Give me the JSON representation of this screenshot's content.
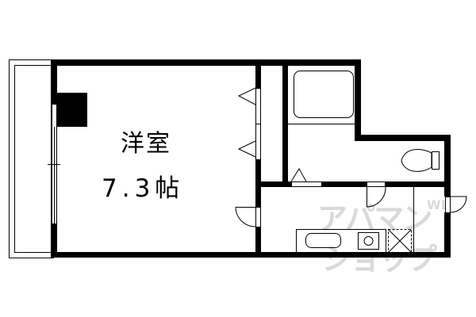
{
  "floor_plan": {
    "rooms": [
      {
        "id": "western-room",
        "name": "洋室",
        "size": "7.3帖"
      },
      {
        "id": "closet",
        "name": ""
      },
      {
        "id": "unit-bath",
        "name": ""
      },
      {
        "id": "toilet",
        "name": ""
      },
      {
        "id": "kitchen-corridor",
        "name": ""
      },
      {
        "id": "balcony",
        "name": ""
      }
    ],
    "fixtures": [
      "bathtub",
      "toilet",
      "sink",
      "stove",
      "washing-machine-space",
      "refrigerator-column"
    ],
    "labels": {
      "room_name": "洋室",
      "room_size": "7.3帖"
    },
    "watermark": {
      "line1": "アパマン",
      "line2": "ショップ",
      "vertical": "WL"
    },
    "colors": {
      "wall": "#000000",
      "background": "#ffffff",
      "watermark": "#d9d9d9"
    }
  }
}
